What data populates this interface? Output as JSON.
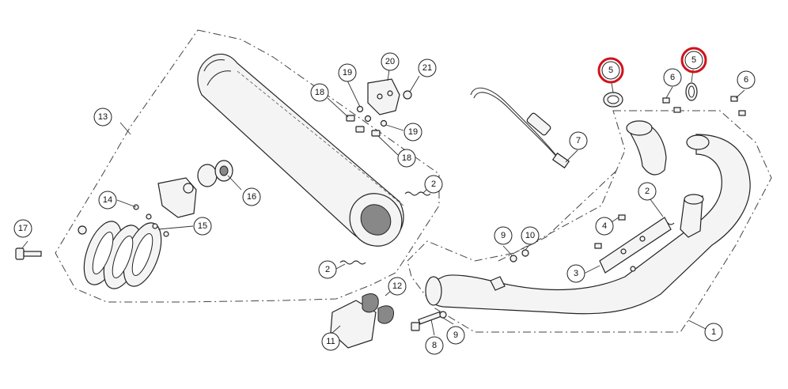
{
  "diagram": {
    "callouts": [
      {
        "id": "c1",
        "label": "1"
      },
      {
        "id": "c2a",
        "label": "2"
      },
      {
        "id": "c2b",
        "label": "2"
      },
      {
        "id": "c2c",
        "label": "2"
      },
      {
        "id": "c3",
        "label": "3"
      },
      {
        "id": "c4",
        "label": "4"
      },
      {
        "id": "c5a",
        "label": "5",
        "highlighted": true
      },
      {
        "id": "c5b",
        "label": "5",
        "highlighted": true
      },
      {
        "id": "c6a",
        "label": "6"
      },
      {
        "id": "c6b",
        "label": "6"
      },
      {
        "id": "c7",
        "label": "7"
      },
      {
        "id": "c8",
        "label": "8"
      },
      {
        "id": "c9a",
        "label": "9"
      },
      {
        "id": "c9b",
        "label": "9"
      },
      {
        "id": "c10",
        "label": "10"
      },
      {
        "id": "c11",
        "label": "11"
      },
      {
        "id": "c12",
        "label": "12"
      },
      {
        "id": "c13",
        "label": "13"
      },
      {
        "id": "c14",
        "label": "14"
      },
      {
        "id": "c15",
        "label": "15"
      },
      {
        "id": "c16",
        "label": "16"
      },
      {
        "id": "c17",
        "label": "17"
      },
      {
        "id": "c18a",
        "label": "18"
      },
      {
        "id": "c18b",
        "label": "18"
      },
      {
        "id": "c19a",
        "label": "19"
      },
      {
        "id": "c19b",
        "label": "19"
      },
      {
        "id": "c20",
        "label": "20"
      },
      {
        "id": "c21",
        "label": "21"
      }
    ],
    "highlight_color": "#d0121b"
  }
}
